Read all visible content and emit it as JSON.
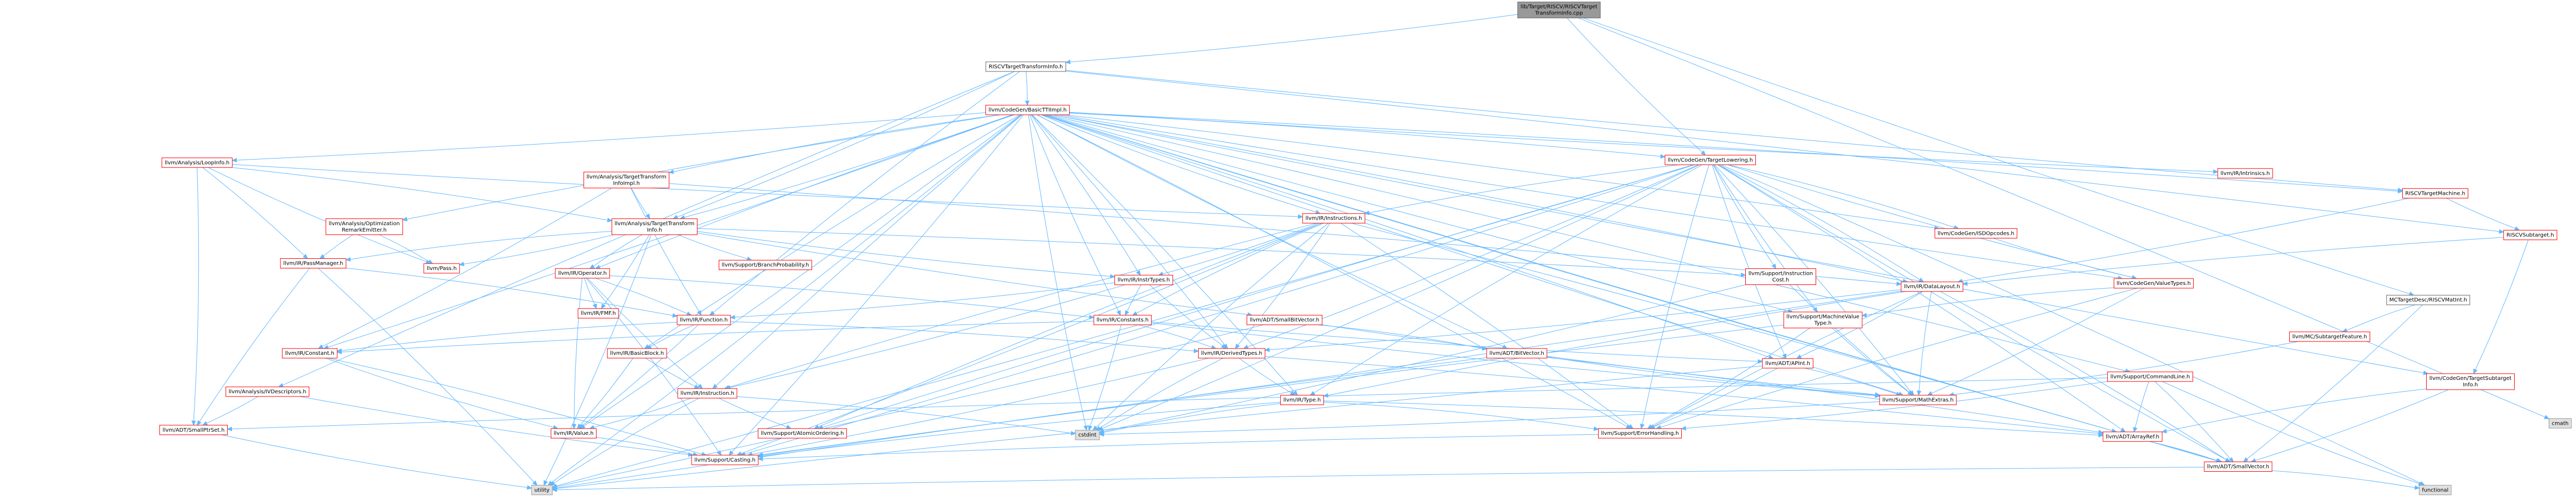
{
  "colors": {
    "root_fill": "#999999",
    "root_stroke": "#666666",
    "red": "#ff0000",
    "sys_fill": "#e0e0e0",
    "sys_stroke": "#999999",
    "edge": "#63b8ff"
  },
  "nodes": [
    {
      "id": "root",
      "lines": [
        "lib/Target/RISCV/RISCVTarget",
        "TransformInfo.cpp"
      ],
      "kind": "root"
    },
    {
      "id": "tti",
      "lines": [
        "RISCVTargetTransformInfo.h"
      ],
      "kind": "plain"
    },
    {
      "id": "basictti",
      "lines": [
        "llvm/CodeGen/BasicTTIImpl.h"
      ],
      "kind": "red"
    },
    {
      "id": "loopinfo",
      "lines": [
        "llvm/Analysis/LoopInfo.h"
      ],
      "kind": "red"
    },
    {
      "id": "ttiimpl",
      "lines": [
        "llvm/Analysis/TargetTransform",
        "InfoImpl.h"
      ],
      "kind": "red"
    },
    {
      "id": "tlowering",
      "lines": [
        "llvm/CodeGen/TargetLowering.h"
      ],
      "kind": "red"
    },
    {
      "id": "intrinsics",
      "lines": [
        "llvm/IR/Intrinsics.h"
      ],
      "kind": "red"
    },
    {
      "id": "rvtm",
      "lines": [
        "RISCVTargetMachine.h"
      ],
      "kind": "red"
    },
    {
      "id": "optremark",
      "lines": [
        "llvm/Analysis/Optimization",
        "RemarkEmitter.h"
      ],
      "kind": "red"
    },
    {
      "id": "atti",
      "lines": [
        "llvm/Analysis/TargetTransform",
        "Info.h"
      ],
      "kind": "red"
    },
    {
      "id": "instructions",
      "lines": [
        "llvm/IR/Instructions.h"
      ],
      "kind": "red"
    },
    {
      "id": "isdopcodes",
      "lines": [
        "llvm/CodeGen/ISDOpcodes.h"
      ],
      "kind": "red"
    },
    {
      "id": "rvsubtarget",
      "lines": [
        "RISCVSubtarget.h"
      ],
      "kind": "red"
    },
    {
      "id": "passmgr",
      "lines": [
        "llvm/IR/PassManager.h"
      ],
      "kind": "red"
    },
    {
      "id": "pass",
      "lines": [
        "llvm/Pass.h"
      ],
      "kind": "red"
    },
    {
      "id": "operator",
      "lines": [
        "llvm/IR/Operator.h"
      ],
      "kind": "red"
    },
    {
      "id": "branchprob",
      "lines": [
        "llvm/Support/BranchProbability.h"
      ],
      "kind": "red"
    },
    {
      "id": "insttypes",
      "lines": [
        "llvm/IR/InstrTypes.h"
      ],
      "kind": "red"
    },
    {
      "id": "instcost",
      "lines": [
        "llvm/Support/Instruction",
        "Cost.h"
      ],
      "kind": "red"
    },
    {
      "id": "cgvaluetypes",
      "lines": [
        "llvm/CodeGen/ValueTypes.h"
      ],
      "kind": "red"
    },
    {
      "id": "datalayout",
      "lines": [
        "llvm/IR/DataLayout.h"
      ],
      "kind": "red"
    },
    {
      "id": "mctarget",
      "lines": [
        "MCTargetDesc/RISCVMatInt.h"
      ],
      "kind": "plain"
    },
    {
      "id": "fmf",
      "lines": [
        "llvm/IR/FMF.h"
      ],
      "kind": "red"
    },
    {
      "id": "function",
      "lines": [
        "llvm/IR/Function.h"
      ],
      "kind": "red"
    },
    {
      "id": "constants",
      "lines": [
        "llvm/IR/Constants.h"
      ],
      "kind": "red"
    },
    {
      "id": "smallbv",
      "lines": [
        "llvm/ADT/SmallBitVector.h"
      ],
      "kind": "red"
    },
    {
      "id": "mvt",
      "lines": [
        "llvm/Support/MachineValue",
        "Type.h"
      ],
      "kind": "red"
    },
    {
      "id": "mcsubfeat",
      "lines": [
        "llvm/MC/SubtargetFeature.h"
      ],
      "kind": "red"
    },
    {
      "id": "constant",
      "lines": [
        "llvm/IR/Constant.h"
      ],
      "kind": "red"
    },
    {
      "id": "basicblock",
      "lines": [
        "llvm/IR/BasicBlock.h"
      ],
      "kind": "red"
    },
    {
      "id": "derivedtypes",
      "lines": [
        "llvm/IR/DerivedTypes.h"
      ],
      "kind": "red"
    },
    {
      "id": "bitvector",
      "lines": [
        "llvm/ADT/BitVector.h"
      ],
      "kind": "red"
    },
    {
      "id": "apint",
      "lines": [
        "llvm/ADT/APInt.h"
      ],
      "kind": "red"
    },
    {
      "id": "cmdline",
      "lines": [
        "llvm/Support/CommandLine.h"
      ],
      "kind": "red"
    },
    {
      "id": "cgsubtarget",
      "lines": [
        "llvm/CodeGen/TargetSubtarget",
        "Info.h"
      ],
      "kind": "red"
    },
    {
      "id": "ivdesc",
      "lines": [
        "llvm/Analysis/IVDescriptors.h"
      ],
      "kind": "red"
    },
    {
      "id": "instruction",
      "lines": [
        "llvm/IR/Instruction.h"
      ],
      "kind": "red"
    },
    {
      "id": "type",
      "lines": [
        "llvm/IR/Type.h"
      ],
      "kind": "red"
    },
    {
      "id": "mathextras",
      "lines": [
        "llvm/Support/MathExtras.h"
      ],
      "kind": "red"
    },
    {
      "id": "smallptrset",
      "lines": [
        "llvm/ADT/SmallPtrSet.h"
      ],
      "kind": "red"
    },
    {
      "id": "value",
      "lines": [
        "llvm/IR/Value.h"
      ],
      "kind": "red"
    },
    {
      "id": "atomicord",
      "lines": [
        "llvm/Support/AtomicOrdering.h"
      ],
      "kind": "red"
    },
    {
      "id": "cstdint",
      "lines": [
        "cstdint"
      ],
      "kind": "sys"
    },
    {
      "id": "errhandling",
      "lines": [
        "llvm/Support/ErrorHandling.h"
      ],
      "kind": "red"
    },
    {
      "id": "cmath",
      "lines": [
        "cmath"
      ],
      "kind": "sys"
    },
    {
      "id": "arrayref",
      "lines": [
        "llvm/ADT/ArrayRef.h"
      ],
      "kind": "red"
    },
    {
      "id": "casting",
      "lines": [
        "llvm/Support/Casting.h"
      ],
      "kind": "red"
    },
    {
      "id": "smallvector",
      "lines": [
        "llvm/ADT/SmallVector.h"
      ],
      "kind": "red"
    },
    {
      "id": "utility",
      "lines": [
        "utility"
      ],
      "kind": "sys"
    },
    {
      "id": "functional",
      "lines": [
        "functional"
      ],
      "kind": "sys"
    }
  ],
  "edges": [
    [
      "root",
      "tti"
    ],
    [
      "root",
      "tlowering"
    ],
    [
      "root",
      "cmath"
    ],
    [
      "root",
      "mctarget"
    ],
    [
      "tti",
      "basictti"
    ],
    [
      "tti",
      "rvtm"
    ],
    [
      "tti",
      "rvsubtarget"
    ],
    [
      "tti",
      "ivdesc"
    ],
    [
      "tti",
      "atti"
    ],
    [
      "tti",
      "function"
    ],
    [
      "basictti",
      "loopinfo"
    ],
    [
      "basictti",
      "ttiimpl"
    ],
    [
      "basictti",
      "tlowering"
    ],
    [
      "basictti",
      "intrinsics"
    ],
    [
      "basictti",
      "rvtm"
    ],
    [
      "basictti",
      "optremark"
    ],
    [
      "basictti",
      "atti"
    ],
    [
      "basictti",
      "instructions"
    ],
    [
      "basictti",
      "isdopcodes"
    ],
    [
      "basictti",
      "operator"
    ],
    [
      "basictti",
      "insttypes"
    ],
    [
      "basictti",
      "cgvaluetypes"
    ],
    [
      "basictti",
      "datalayout"
    ],
    [
      "basictti",
      "constants"
    ],
    [
      "basictti",
      "constant"
    ],
    [
      "basictti",
      "basicblock"
    ],
    [
      "basictti",
      "derivedtypes"
    ],
    [
      "basictti",
      "bitvector"
    ],
    [
      "basictti",
      "apint"
    ],
    [
      "basictti",
      "cgsubtarget"
    ],
    [
      "basictti",
      "cmdline"
    ],
    [
      "basictti",
      "instruction"
    ],
    [
      "basictti",
      "type"
    ],
    [
      "basictti",
      "mathextras"
    ],
    [
      "basictti",
      "value"
    ],
    [
      "basictti",
      "cstdint"
    ],
    [
      "basictti",
      "errhandling"
    ],
    [
      "basictti",
      "arrayref"
    ],
    [
      "basictti",
      "casting"
    ],
    [
      "basictti",
      "smallvector"
    ],
    [
      "basictti",
      "utility"
    ],
    [
      "basictti",
      "mvt"
    ],
    [
      "loopinfo",
      "passmgr"
    ],
    [
      "loopinfo",
      "pass"
    ],
    [
      "loopinfo",
      "smallptrset"
    ],
    [
      "loopinfo",
      "instructions"
    ],
    [
      "loopinfo",
      "atti"
    ],
    [
      "ttiimpl",
      "atti"
    ],
    [
      "ttiimpl",
      "constant"
    ],
    [
      "ttiimpl",
      "function"
    ],
    [
      "ttiimpl",
      "datalayout"
    ],
    [
      "tlowering",
      "instructions"
    ],
    [
      "tlowering",
      "isdopcodes"
    ],
    [
      "tlowering",
      "cgvaluetypes"
    ],
    [
      "tlowering",
      "datalayout"
    ],
    [
      "tlowering",
      "instcost"
    ],
    [
      "tlowering",
      "derivedtypes"
    ],
    [
      "tlowering",
      "apint"
    ],
    [
      "tlowering",
      "arrayref"
    ],
    [
      "tlowering",
      "smallvector"
    ],
    [
      "tlowering",
      "cstdint"
    ],
    [
      "tlowering",
      "mvt"
    ],
    [
      "tlowering",
      "mathextras"
    ],
    [
      "tlowering",
      "type"
    ],
    [
      "tlowering",
      "casting"
    ],
    [
      "tlowering",
      "errhandling"
    ],
    [
      "tlowering",
      "utility"
    ],
    [
      "tlowering",
      "atomicord"
    ],
    [
      "tlowering",
      "functional"
    ],
    [
      "rvtm",
      "rvsubtarget"
    ],
    [
      "rvtm",
      "datalayout"
    ],
    [
      "optremark",
      "passmgr"
    ],
    [
      "optremark",
      "pass"
    ],
    [
      "atti",
      "passmgr"
    ],
    [
      "atti",
      "pass"
    ],
    [
      "atti",
      "branchprob"
    ],
    [
      "atti",
      "fmf"
    ],
    [
      "atti",
      "insttypes"
    ],
    [
      "atti",
      "instcost"
    ],
    [
      "atti",
      "smallbv"
    ],
    [
      "atti",
      "utility"
    ],
    [
      "atti",
      "operator"
    ],
    [
      "instructions",
      "insttypes"
    ],
    [
      "instructions",
      "constants"
    ],
    [
      "instructions",
      "derivedtypes"
    ],
    [
      "instructions",
      "instruction"
    ],
    [
      "instructions",
      "smallvector"
    ],
    [
      "instructions",
      "cstdint"
    ],
    [
      "instructions",
      "casting"
    ],
    [
      "instructions",
      "atomicord"
    ],
    [
      "instructions",
      "errhandling"
    ],
    [
      "isdopcodes",
      "cgvaluetypes"
    ],
    [
      "rvsubtarget",
      "cgsubtarget"
    ],
    [
      "rvsubtarget",
      "datalayout"
    ],
    [
      "passmgr",
      "function"
    ],
    [
      "passmgr",
      "smallptrset"
    ],
    [
      "passmgr",
      "utility"
    ],
    [
      "operator",
      "fmf"
    ],
    [
      "operator",
      "constants"
    ],
    [
      "operator",
      "instruction"
    ],
    [
      "operator",
      "casting"
    ],
    [
      "operator",
      "value"
    ],
    [
      "operator",
      "function"
    ],
    [
      "insttypes",
      "derivedtypes"
    ],
    [
      "insttypes",
      "instruction"
    ],
    [
      "insttypes",
      "constants"
    ],
    [
      "insttypes",
      "function"
    ],
    [
      "instcost",
      "mathextras"
    ],
    [
      "instcost",
      "cstdint"
    ],
    [
      "cgvaluetypes",
      "mvt"
    ],
    [
      "cgvaluetypes",
      "mathextras"
    ],
    [
      "cgvaluetypes",
      "errhandling"
    ],
    [
      "datalayout",
      "apint"
    ],
    [
      "datalayout",
      "mathextras"
    ],
    [
      "datalayout",
      "derivedtypes"
    ],
    [
      "datalayout",
      "type"
    ],
    [
      "datalayout",
      "smallvector"
    ],
    [
      "datalayout",
      "errhandling"
    ],
    [
      "datalayout",
      "casting"
    ],
    [
      "mctarget",
      "mcsubfeat"
    ],
    [
      "mctarget",
      "smallvector"
    ],
    [
      "function",
      "basicblock"
    ],
    [
      "function",
      "derivedtypes"
    ],
    [
      "function",
      "constant"
    ],
    [
      "function",
      "value"
    ],
    [
      "constants",
      "apint"
    ],
    [
      "constants",
      "derivedtypes"
    ],
    [
      "constants",
      "constant"
    ],
    [
      "constants",
      "cstdint"
    ],
    [
      "constants",
      "mathextras"
    ],
    [
      "smallbv",
      "bitvector"
    ],
    [
      "smallbv",
      "mathextras"
    ],
    [
      "smallbv",
      "utility"
    ],
    [
      "mvt",
      "mathextras"
    ],
    [
      "mvt",
      "errhandling"
    ],
    [
      "mvt",
      "casting"
    ],
    [
      "mcsubfeat",
      "mathextras"
    ],
    [
      "constant",
      "value"
    ],
    [
      "constant",
      "casting"
    ],
    [
      "basicblock",
      "instruction"
    ],
    [
      "basicblock",
      "value"
    ],
    [
      "derivedtypes",
      "type"
    ],
    [
      "derivedtypes",
      "casting"
    ],
    [
      "derivedtypes",
      "cstdint"
    ],
    [
      "derivedtypes",
      "arrayref"
    ],
    [
      "bitvector",
      "mathextras"
    ],
    [
      "bitvector",
      "arrayref"
    ],
    [
      "bitvector",
      "utility"
    ],
    [
      "apint",
      "mathextras"
    ],
    [
      "apint",
      "utility"
    ],
    [
      "apint",
      "errhandling"
    ],
    [
      "cmdline",
      "smallptrset"
    ],
    [
      "cmdline",
      "smallvector"
    ],
    [
      "cmdline",
      "arrayref"
    ],
    [
      "cmdline",
      "errhandling"
    ],
    [
      "cmdline",
      "functional"
    ],
    [
      "cgsubtarget",
      "smallvector"
    ],
    [
      "cgsubtarget",
      "arrayref"
    ],
    [
      "ivdesc",
      "smallptrset"
    ],
    [
      "ivdesc",
      "casting"
    ],
    [
      "instruction",
      "value"
    ],
    [
      "instruction",
      "atomicord"
    ],
    [
      "instruction",
      "cstdint"
    ],
    [
      "instruction",
      "utility"
    ],
    [
      "type",
      "arrayref"
    ],
    [
      "type",
      "casting"
    ],
    [
      "type",
      "errhandling"
    ],
    [
      "type",
      "cstdint"
    ],
    [
      "mathextras",
      "cstdint"
    ],
    [
      "smallptrset",
      "utility"
    ],
    [
      "value",
      "casting"
    ],
    [
      "errhandling",
      "casting"
    ],
    [
      "arrayref",
      "smallvector"
    ],
    [
      "smallvector",
      "utility"
    ],
    [
      "smallvector",
      "functional"
    ]
  ]
}
